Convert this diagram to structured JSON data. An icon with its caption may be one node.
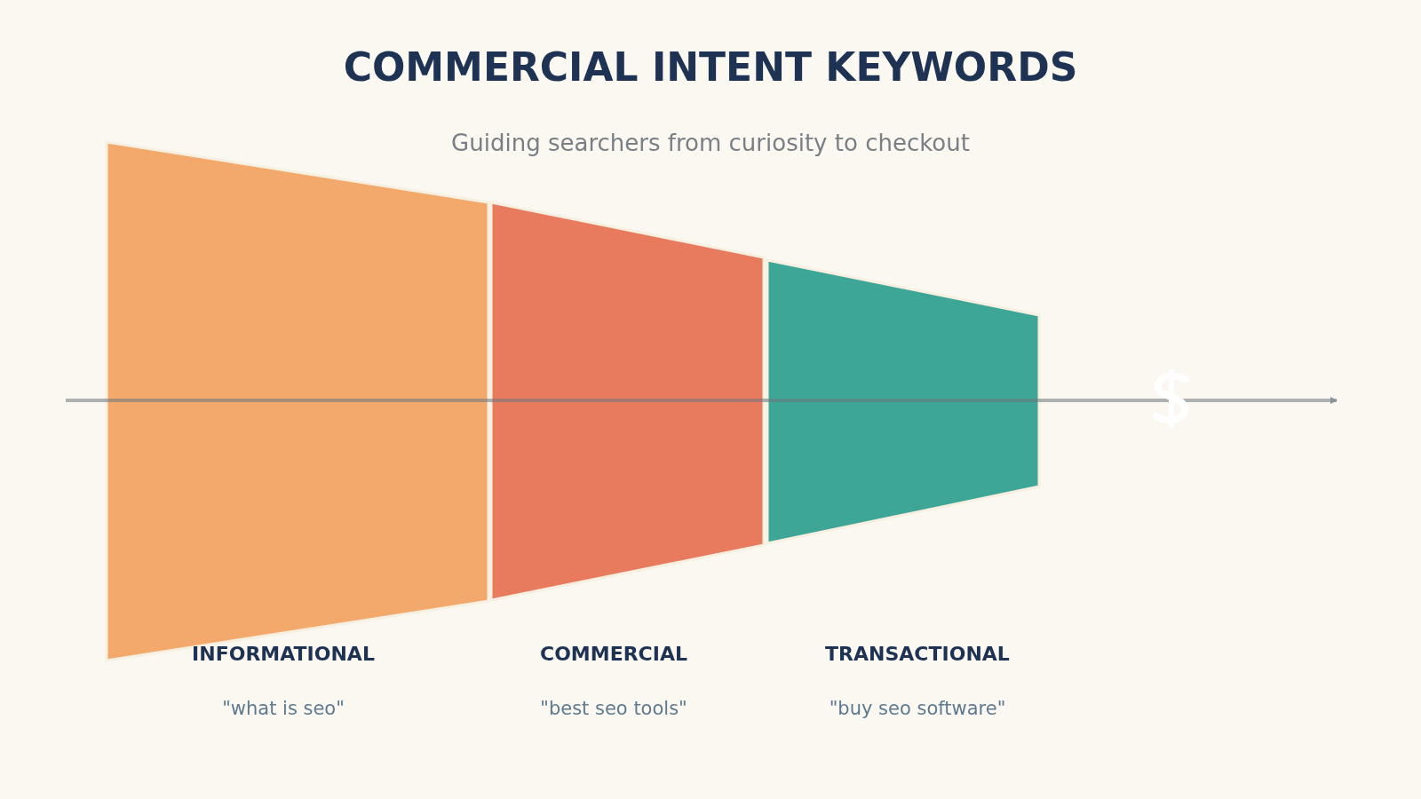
{
  "diagram": {
    "title": "COMMERCIAL INTENT KEYWORDS",
    "labels": [
      "Guiding searchers from curiosity to checkout",
      "INFORMATIONAL",
      "COMMERCIAL",
      "TRANSACTIONAL",
      "\"what is seo\"",
      "\"best seo tools\"",
      "\"buy seo software\""
    ]
  }
}
